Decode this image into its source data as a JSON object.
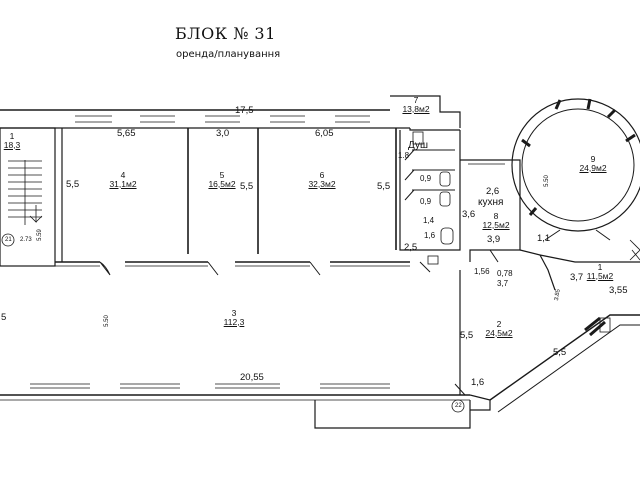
{
  "title": "БЛОК № 31",
  "subtitle": "оренда/планування",
  "rooms": {
    "r1": {
      "num": "1",
      "area": "11,5м2"
    },
    "r2": {
      "num": "2",
      "area": "24,5м2"
    },
    "r3": {
      "num": "3",
      "area": "112,3"
    },
    "r4": {
      "num": "4",
      "area": "31,1м2"
    },
    "r5": {
      "num": "5",
      "area": "16,5м2"
    },
    "r6": {
      "num": "6",
      "area": "32,3м2"
    },
    "r7": {
      "num": "7",
      "area": "13,8м2"
    },
    "r8": {
      "num": "8",
      "area": "12,5м2"
    },
    "r9": {
      "num": "9",
      "area": "24,9м2"
    },
    "stair": {
      "num": "1",
      "area": "18,3"
    }
  },
  "labels": {
    "shower": "Душ",
    "kitchen": "кухня",
    "stair_marker": "21",
    "corridor_marker": "22"
  },
  "dims": {
    "d_17_5": "17,5",
    "d_5_65": "5,65",
    "d_3_0": "3,0",
    "d_6_05": "6,05",
    "d_5_5_a": "5,5",
    "d_5_5_b": "5,5",
    "d_5_5_c": "5,5",
    "d_5_5_d": "5,5",
    "d_5_5_e": "5,5",
    "d_5_left": "5",
    "d_1_8": "1.8",
    "d_0_9_a": "0,9",
    "d_0_9_b": "0,9",
    "d_1_4": "1,4",
    "d_1_6_a": "1,6",
    "d_2_5": "2,5",
    "d_2_6": "2,6",
    "d_3_6": "3,6",
    "d_3_9": "3,9",
    "d_1_1": "1,1",
    "d_1_56": "1,56",
    "d_0_78": "0,78",
    "d_3_7_a": "3,7",
    "d_3_7_b": "3,7",
    "d_3_55": "3,55",
    "d_20_55": "20,55",
    "d_1_6_b": "1,6",
    "d_5_50_a": "5.50",
    "d_5_50_b": "5.50",
    "d_2_73": "2.73",
    "d_5_59": "5.59",
    "d_3_85": "3.85"
  }
}
